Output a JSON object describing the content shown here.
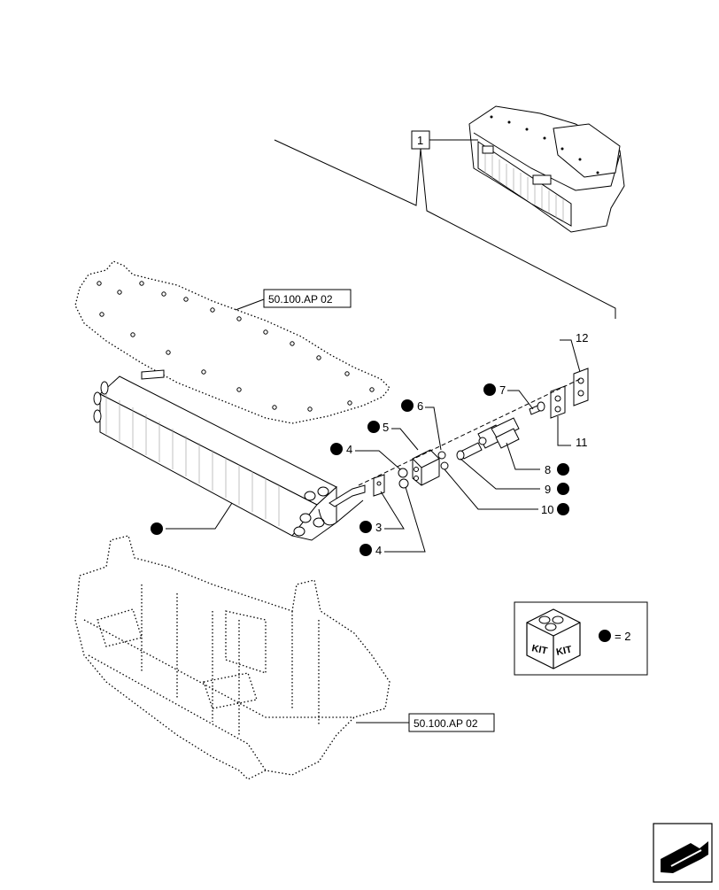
{
  "callouts": {
    "c1": "1",
    "c3": "3",
    "c4a": "4",
    "c4b": "4",
    "c5": "5",
    "c6": "6",
    "c7": "7",
    "c8": "8",
    "c9": "9",
    "c10": "10",
    "c11": "11",
    "c12": "12"
  },
  "references": {
    "ref_upper": "50.100.AP 02",
    "ref_lower": "50.100.AP 02"
  },
  "kit_legend": {
    "label_1": "KIT",
    "label_2": "KIT",
    "equals": "= 2"
  },
  "icons": [
    "kit-box-icon",
    "kit-bullet-icon",
    "navigation-arrow-icon"
  ]
}
